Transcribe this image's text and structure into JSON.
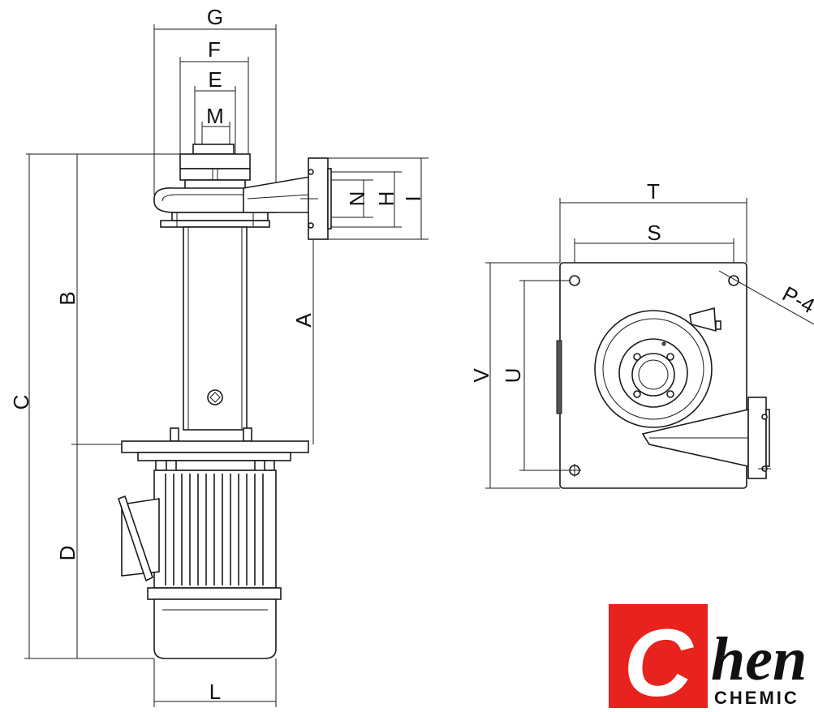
{
  "dimension_labels": {
    "G": "G",
    "F": "F",
    "E": "E",
    "M": "M",
    "N": "N",
    "H": "H",
    "I": "I",
    "A": "A",
    "B": "B",
    "C": "C",
    "D": "D",
    "L": "L",
    "T": "T",
    "S": "S",
    "V": "V",
    "U": "U",
    "P": "P-4"
  },
  "logo": {
    "letter": "C",
    "word": "hen",
    "subword": "CHEMIC",
    "brand_color": "#e8221c"
  }
}
